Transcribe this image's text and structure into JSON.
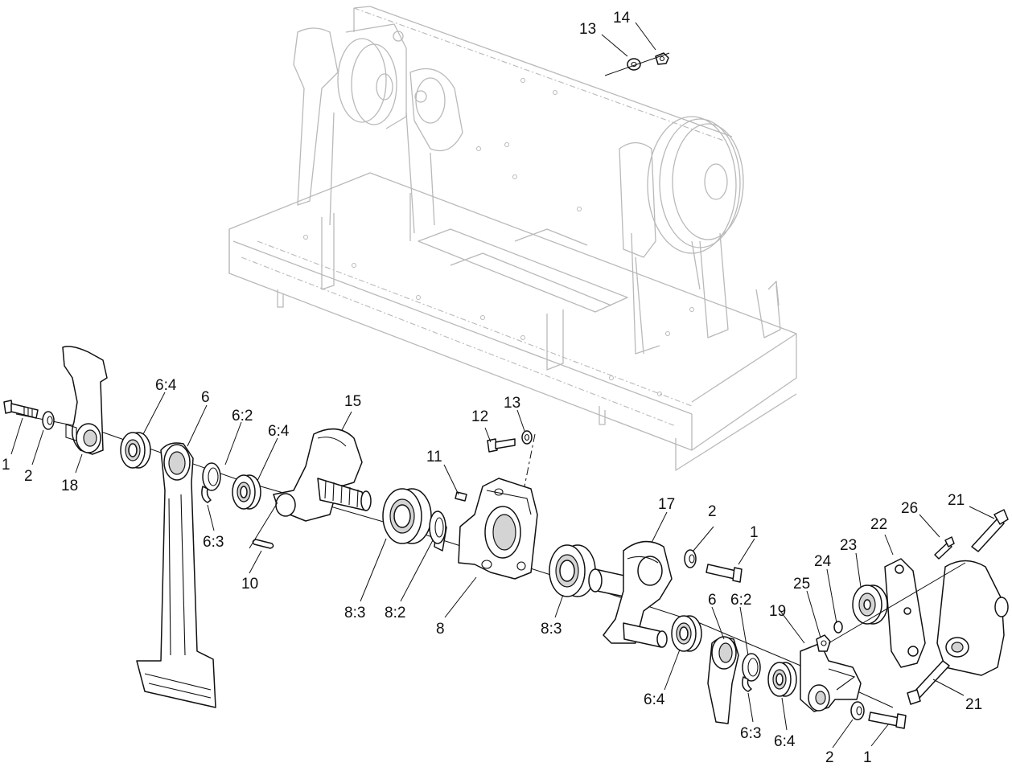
{
  "callouts": [
    {
      "id": "c13-top",
      "label": "13"
    },
    {
      "id": "c14-top",
      "label": "14"
    },
    {
      "id": "c1-left",
      "label": "1"
    },
    {
      "id": "c2-left",
      "label": "2"
    },
    {
      "id": "c18",
      "label": "18"
    },
    {
      "id": "c6-4-a",
      "label": "6:4"
    },
    {
      "id": "c6-a",
      "label": "6"
    },
    {
      "id": "c6-2-a",
      "label": "6:2"
    },
    {
      "id": "c6-4-b",
      "label": "6:4"
    },
    {
      "id": "c6-3-a",
      "label": "6:3"
    },
    {
      "id": "c10",
      "label": "10"
    },
    {
      "id": "c15",
      "label": "15"
    },
    {
      "id": "c8-3-a",
      "label": "8:3"
    },
    {
      "id": "c8-2",
      "label": "8:2"
    },
    {
      "id": "c11",
      "label": "11"
    },
    {
      "id": "c12",
      "label": "12"
    },
    {
      "id": "c13-mid",
      "label": "13"
    },
    {
      "id": "c8",
      "label": "8"
    },
    {
      "id": "c8-3-b",
      "label": "8:3"
    },
    {
      "id": "c17",
      "label": "17"
    },
    {
      "id": "c2-mid",
      "label": "2"
    },
    {
      "id": "c1-mid",
      "label": "1"
    },
    {
      "id": "c6-b",
      "label": "6"
    },
    {
      "id": "c6-2-b",
      "label": "6:2"
    },
    {
      "id": "c6-4-c",
      "label": "6:4"
    },
    {
      "id": "c6-3-b",
      "label": "6:3"
    },
    {
      "id": "c6-4-d",
      "label": "6:4"
    },
    {
      "id": "c19",
      "label": "19"
    },
    {
      "id": "c2-right",
      "label": "2"
    },
    {
      "id": "c1-right",
      "label": "1"
    },
    {
      "id": "c24",
      "label": "24"
    },
    {
      "id": "c25",
      "label": "25"
    },
    {
      "id": "c23",
      "label": "23"
    },
    {
      "id": "c22",
      "label": "22"
    },
    {
      "id": "c26",
      "label": "26"
    },
    {
      "id": "c21-top",
      "label": "21"
    },
    {
      "id": "c21-bottom",
      "label": "21"
    }
  ]
}
